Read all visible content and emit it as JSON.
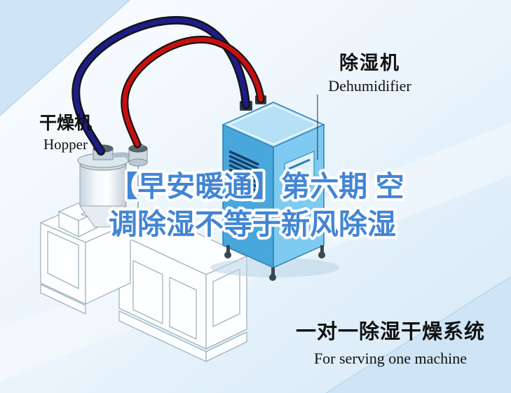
{
  "headline": {
    "line1": "【早安暖通】第六期  空",
    "line2": "调除湿不等于新风除湿"
  },
  "equipment_labels": {
    "hopper": {
      "cn": "干燥机",
      "en": "Hopper"
    },
    "dehumidifier": {
      "cn": "除湿机",
      "en": "Dehumidifier"
    }
  },
  "caption": {
    "cn": "一对一除湿干燥系统",
    "en": "For serving one machine"
  },
  "icons": {
    "dehumidifier_machine": "dehumidifier-illustration",
    "hopper_dryer": "hopper-illustration",
    "extruder": "extruder-illustration",
    "supply_hose": "pipe-red",
    "return_hose": "pipe-blue"
  },
  "colors": {
    "headline_blue": "#4285d5",
    "headline_outline": "#ffffff",
    "pipe_red": "#c9100e",
    "pipe_blue": "#1d1d8a",
    "dehumidifier_left_face": "#49a7db",
    "dehumidifier_right_face": "#7ecaf0",
    "dehumidifier_top_face": "#b5e0f5",
    "label_text": "#111111",
    "background_tint": "#d6e9f7"
  }
}
